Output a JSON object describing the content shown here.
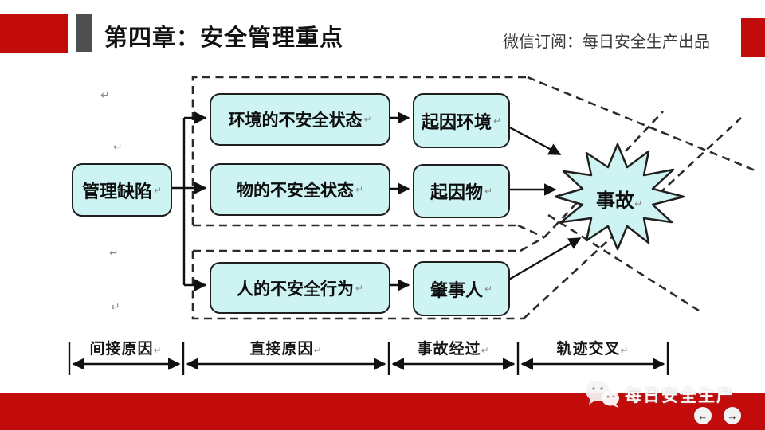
{
  "header": {
    "title": "第四章：安全管理重点",
    "subscription": "微信订阅：每日安全生产出品"
  },
  "colors": {
    "accent_red": "#c20b0b",
    "header_bar_gray": "#4f4f4f",
    "node_fill_cyan": "#cdf4f2",
    "line_black": "#1a1a1a"
  },
  "diagram": {
    "root": {
      "label": "管理缺陷"
    },
    "middle": [
      {
        "label": "环境的不安全状态"
      },
      {
        "label": "物的不安全状态"
      },
      {
        "label": "人的不安全行为"
      }
    ],
    "right": [
      {
        "label": "起因环境"
      },
      {
        "label": "起因物"
      },
      {
        "label": "肇事人"
      }
    ],
    "accident": {
      "label": "事故"
    },
    "axis": [
      {
        "label": "间接原因"
      },
      {
        "label": "直接原因"
      },
      {
        "label": "事故经过"
      },
      {
        "label": "轨迹交叉"
      }
    ],
    "pilcrow": "↵"
  },
  "footer": {
    "brand": "每日安全生产",
    "wechat_icon": "wechat-logo",
    "nav_back_icon": "←",
    "nav_forward_icon": "→"
  }
}
